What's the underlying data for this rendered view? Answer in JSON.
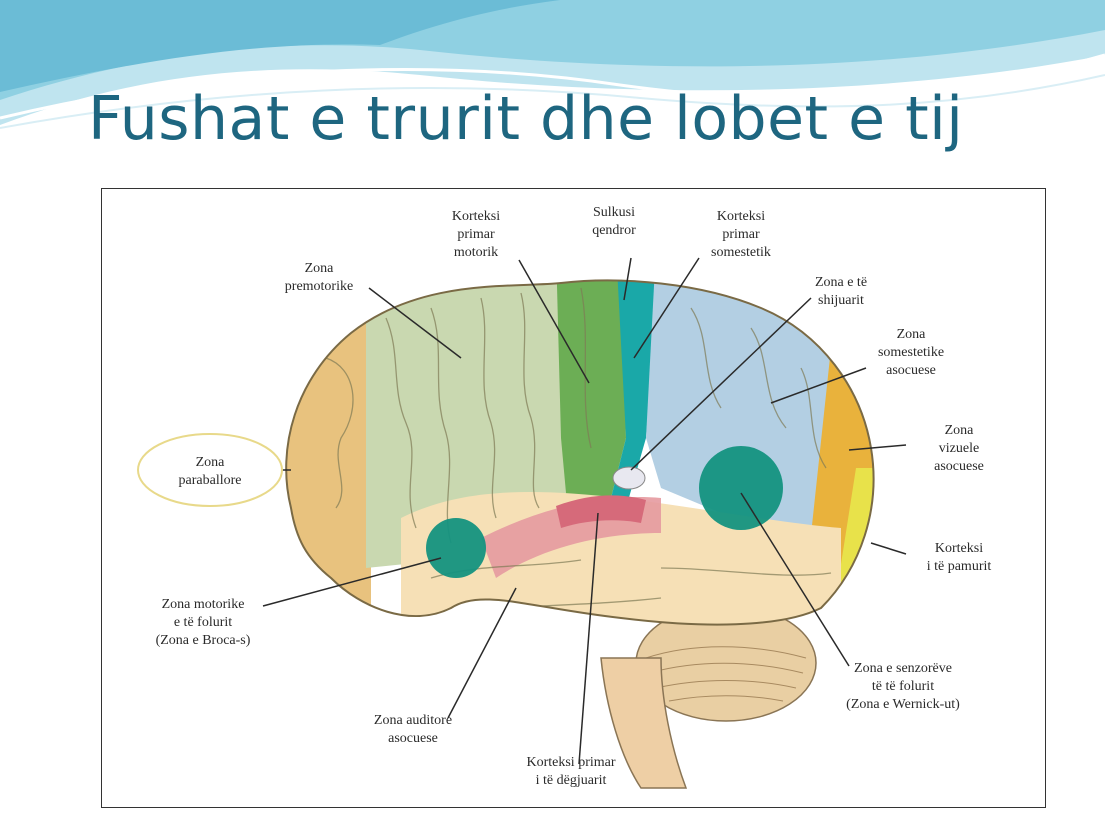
{
  "slide": {
    "title": "Fushat e trurit dhe lobet e tij"
  },
  "labels": {
    "korteksi_motorik": [
      "Korteksi",
      "primar",
      "motorik"
    ],
    "sulkusi": [
      "Sulkusi",
      "qendror"
    ],
    "korteksi_somestetik": [
      "Korteksi",
      "primar",
      "somestetik"
    ],
    "premotorike": [
      "Zona",
      "premotorike"
    ],
    "shijuarit": [
      "Zona e të",
      "shijuarit"
    ],
    "somestetike_asocuese": [
      "Zona",
      "somestetike",
      "asocuese"
    ],
    "paraballore": [
      "Zona",
      "paraballore"
    ],
    "vizuele_asocuese": [
      "Zona",
      "vizuele",
      "asocuese"
    ],
    "pamurit": [
      "Korteksi",
      "i të pamurit"
    ],
    "broca": [
      "Zona motorike",
      "e të folurit",
      "(Zona e Broca-s)"
    ],
    "wernicke": [
      "Zona e senzorëve",
      "të të folurit",
      "(Zona e Wernick-ut)"
    ],
    "auditore_asocuese": [
      "Zona auditore",
      "asocuese"
    ],
    "degjuarit": [
      "Korteksi primar",
      "i të dëgjuarit"
    ]
  },
  "colors": {
    "title": "#1e6680",
    "frontal": "#c9d8b0",
    "prefrontal": "#e8c27e",
    "motor": "#6cae55",
    "somatosensory": "#1aa8a8",
    "parietal": "#b3cfe3",
    "occipital": "#e9b23c",
    "visual_primary": "#e8e24a",
    "temporal": "#f6e0b6",
    "auditory": "#e59aa0",
    "speech_zones": "#14927f",
    "cerebellum": "#e9cfa3"
  }
}
